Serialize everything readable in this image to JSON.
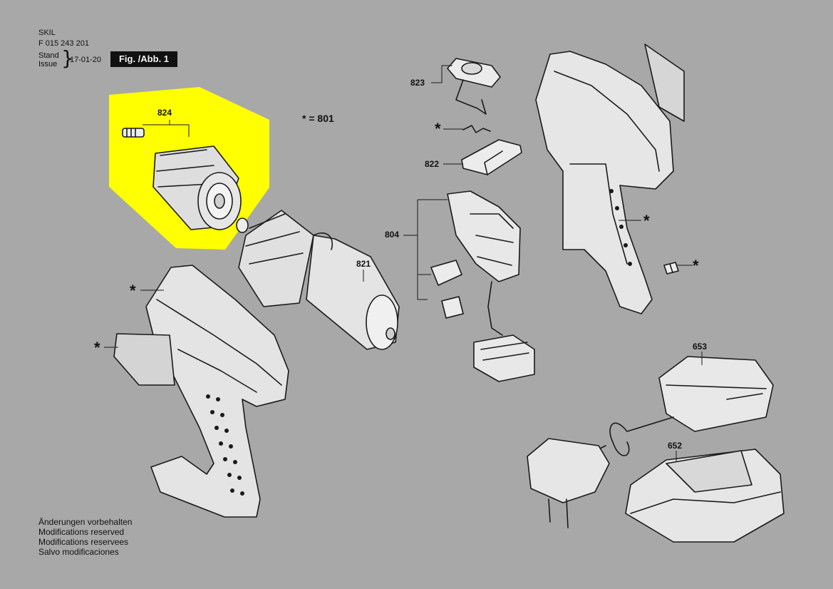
{
  "header": {
    "brand": "SKIL",
    "doc_number": "F 015 243 201",
    "stand_label": "Stand",
    "issue_label": "Issue",
    "date": "17-01-20",
    "figure_label": "Fig. /Abb. 1"
  },
  "legend": {
    "lines": [
      "Änderungen vorbehalten",
      "Modifications reserved",
      "Modifications reservees",
      "Salvo modificaciones"
    ]
  },
  "note": {
    "star_ref": "* = 801"
  },
  "parts": {
    "p824": "824",
    "p823": "823",
    "p822": "822",
    "p804": "804",
    "p821": "821",
    "p653": "653",
    "p652": "652"
  },
  "star_symbol": "*",
  "colors": {
    "background": "#a8a8a8",
    "highlight": "#ffff00",
    "line": "#1a1a1a",
    "part_fill": "#ececec",
    "figure_label_bg": "#111111"
  }
}
